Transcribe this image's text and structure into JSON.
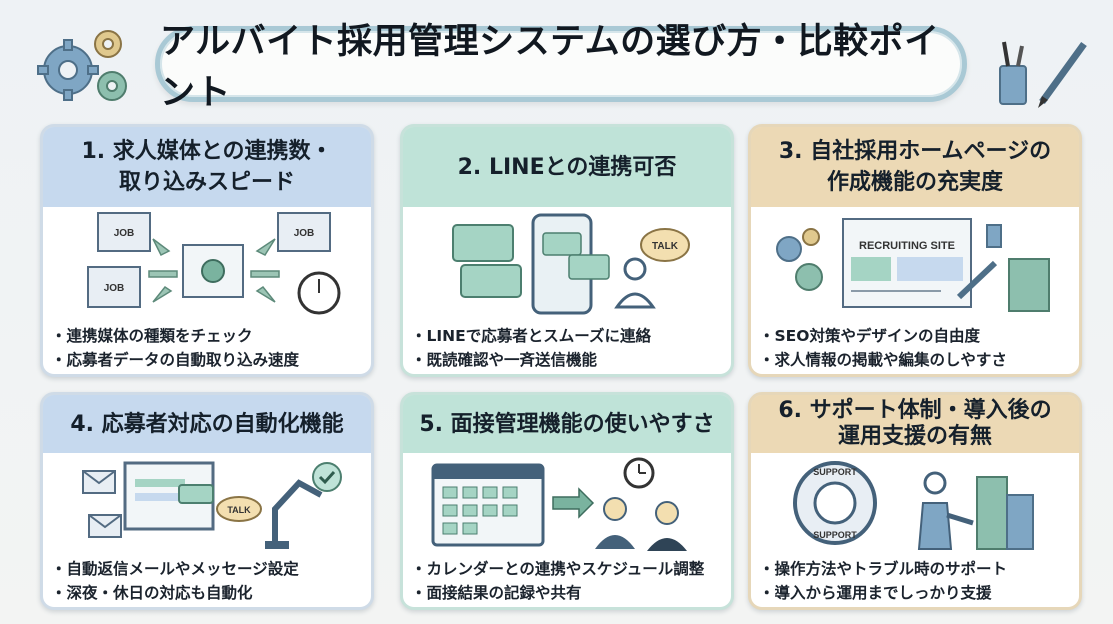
{
  "title": "アルバイト採用管理システムの選び方・比較ポイント",
  "cards": [
    {
      "heading_lines": [
        "1. 求人媒体との連携数・",
        "取り込みスピード"
      ],
      "illus_labels": [
        "JOB",
        "JOB",
        "JOB"
      ],
      "bullets": [
        "連携媒体の種類をチェック",
        "応募者データの自動取り込み速度"
      ]
    },
    {
      "heading_lines": [
        "2. LINEとの連携可否"
      ],
      "illus_labels": [
        "TALK"
      ],
      "bullets": [
        "LINEで応募者とスムーズに連絡",
        "既読確認や一斉送信機能"
      ]
    },
    {
      "heading_lines": [
        "3. 自社採用ホームページの",
        "作成機能の充実度"
      ],
      "illus_labels": [
        "RECRUITING SITE"
      ],
      "bullets": [
        "SEO対策やデザインの自由度",
        "求人情報の掲載や編集のしやすさ"
      ]
    },
    {
      "heading_lines": [
        "4. 応募者対応の自動化機能"
      ],
      "illus_labels": [
        "TALK"
      ],
      "bullets": [
        "自動返信メールやメッセージ設定",
        "深夜・休日の対応も自動化"
      ]
    },
    {
      "heading_lines": [
        "5. 面接管理機能の使いやすさ"
      ],
      "illus_labels": [],
      "bullets": [
        "カレンダーとの連携やスケジュール調整",
        "面接結果の記録や共有"
      ]
    },
    {
      "heading_lines": [
        "6. サポート体制・導入後の",
        "運用支援の有無"
      ],
      "illus_labels": [
        "SUPPORT",
        "SUPPORT"
      ],
      "bullets": [
        "操作方法やトラブル時のサポート",
        "導入から運用までしっかり支援"
      ]
    }
  ],
  "icons": {
    "top_left": "gears-icon",
    "top_right": "pencil-cup-icon"
  },
  "colors": {
    "blue": "#c6d9ee",
    "teal": "#bfe3d8",
    "tan": "#ecd9b5",
    "accent": "#6fa79a"
  }
}
